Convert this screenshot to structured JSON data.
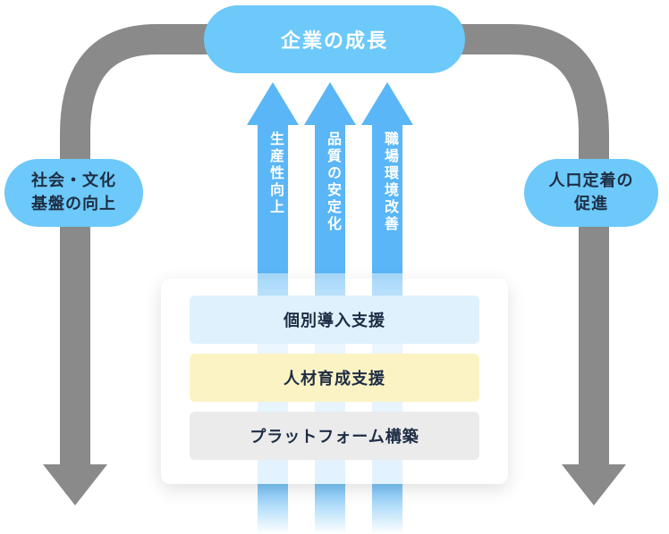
{
  "top_goal": {
    "label": "企業の成長"
  },
  "side_left": {
    "label": "社会・文化\n基盤の向上"
  },
  "side_right": {
    "label": "人口定着の\n促進"
  },
  "up_arrows": [
    {
      "label": "生産性向上"
    },
    {
      "label": "品質の安定化"
    },
    {
      "label": "職場環境改善"
    }
  ],
  "support_bars": [
    {
      "label": "個別導入支援",
      "color": "#dff1fd"
    },
    {
      "label": "人材育成支援",
      "color": "#fbf3c4"
    },
    {
      "label": "プラットフォーム構築",
      "color": "#ebebeb"
    }
  ],
  "colors": {
    "accent": "#6cc9f9",
    "arrow_blue": "#5ab6f6",
    "arrow_gray": "#8a8a8a",
    "text_dark": "#1e2d44"
  }
}
